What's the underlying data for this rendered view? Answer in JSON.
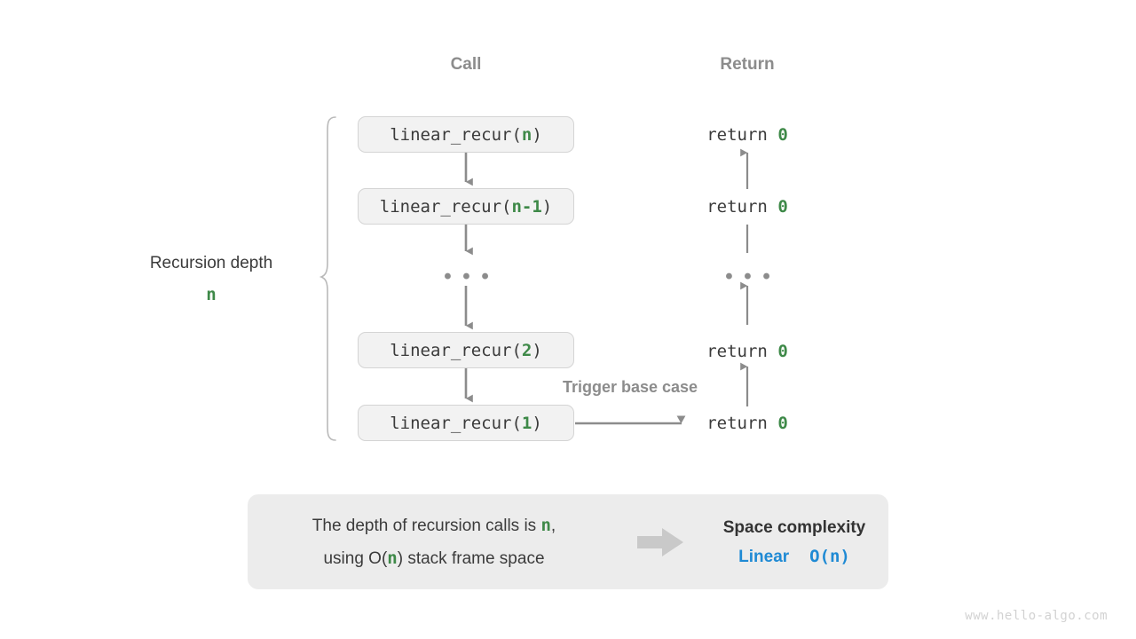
{
  "headers": {
    "call": "Call",
    "return": "Return"
  },
  "colors": {
    "accent_green": "#3e8948",
    "accent_blue": "#1f8ad4",
    "text": "#3b3b3b",
    "muted": "#8c8c8c",
    "box_fill": "#f2f2f2",
    "box_border": "#d4d4d4",
    "panel_fill": "#ececec",
    "arrow": "#8c8c8c",
    "watermark": "#d2d2d2"
  },
  "call_stack": {
    "frames": [
      {
        "prefix": "linear_recur(",
        "arg": "n",
        "suffix": ")"
      },
      {
        "prefix": "linear_recur(",
        "arg": "n-1",
        "suffix": ")"
      },
      {
        "prefix": "linear_recur(",
        "arg": "2",
        "suffix": ")"
      },
      {
        "prefix": "linear_recur(",
        "arg": "1",
        "suffix": ")"
      }
    ],
    "ellipsis": "• • •"
  },
  "return_stack": {
    "labels": [
      {
        "keyword": "return ",
        "value": "0"
      },
      {
        "keyword": "return ",
        "value": "0"
      },
      {
        "keyword": "return ",
        "value": "0"
      },
      {
        "keyword": "return ",
        "value": "0"
      }
    ],
    "ellipsis": "• • •"
  },
  "depth_annotation": {
    "title": "Recursion depth",
    "symbol": "n"
  },
  "trigger_caption": "Trigger base case",
  "summary": {
    "line1_pre": "The depth of recursion calls is ",
    "line1_var": "n",
    "line1_post": ",",
    "line2_pre": "using O(",
    "line2_var": "n",
    "line2_post": ") stack frame space",
    "arrow_icon": "right-block-arrow",
    "conclusion_caption": "Space complexity",
    "conclusion_word": "Linear",
    "conclusion_value": "O(n)"
  },
  "watermark": "www.hello-algo.com"
}
